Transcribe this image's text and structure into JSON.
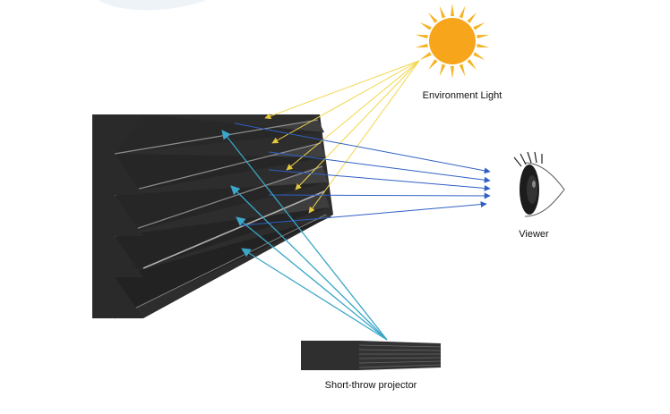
{
  "labels": {
    "environment_light": "Environment Light",
    "viewer": "Viewer",
    "projector": "Short-throw projector"
  },
  "colors": {
    "background": "#ffffff",
    "screen_dark": "#2b2b2b",
    "screen_mid": "#3d3d3d",
    "screen_light": "#8e8e8e",
    "sun_core": "#f7a51b",
    "sun_rays": "#f5b324",
    "ambient_ray": "#f2d64a",
    "reflected_ray": "#2f5fc4",
    "projector_ray": "#3aa6c8",
    "projector_body": "#333333",
    "top_blob": "#eef3f8"
  },
  "icons": {
    "sun": "sun-icon",
    "eye": "eye-icon",
    "projector": "projector-icon"
  }
}
